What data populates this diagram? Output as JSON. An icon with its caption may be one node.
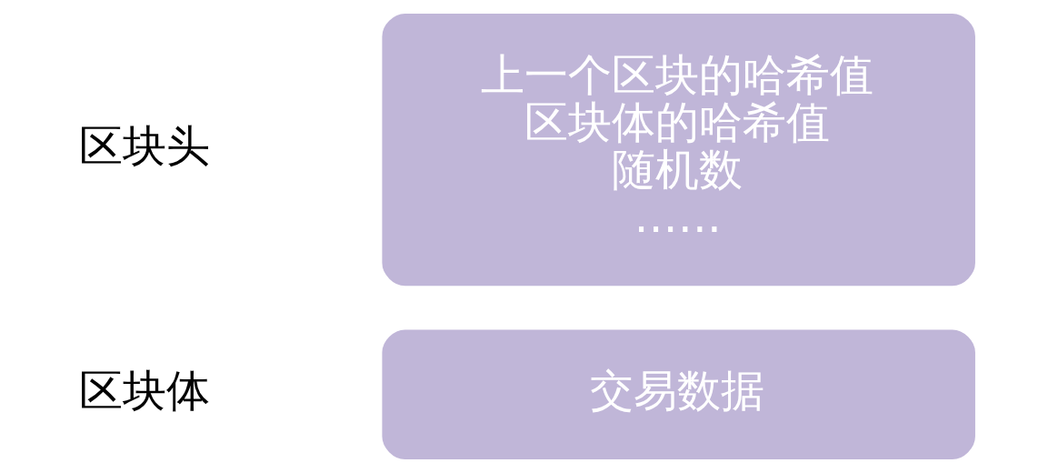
{
  "diagram": {
    "nodes": [
      {
        "text": [
          "上一个区块的哈希值",
          "区块体的哈希值",
          "随机数",
          "……"
        ],
        "beside": [
          "区块头"
        ]
      },
      {
        "text": [
          "交易数据"
        ],
        "beside": [
          "区块体"
        ]
      }
    ]
  }
}
